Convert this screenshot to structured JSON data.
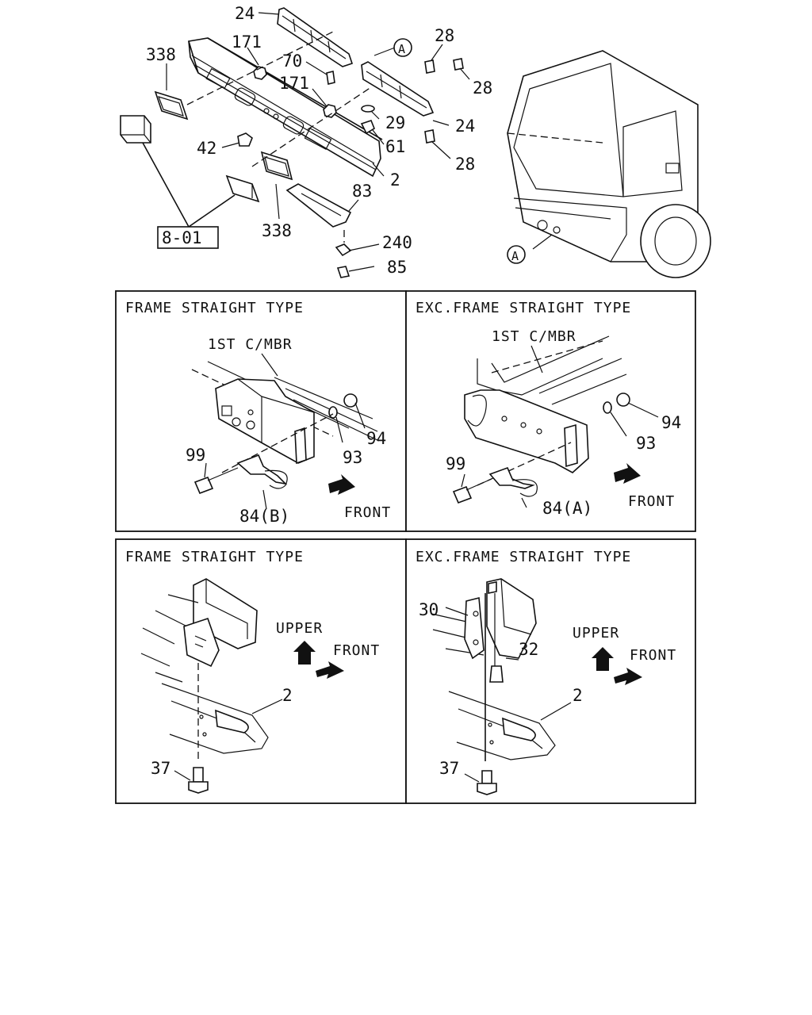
{
  "top_view": {
    "callouts": {
      "c24a": "24",
      "c338a": "338",
      "c171a": "171",
      "c70": "70",
      "c171b": "171",
      "cA": "A",
      "c28a": "28",
      "c28b": "28",
      "c29": "29",
      "c24b": "24",
      "c42": "42",
      "c61": "61",
      "c28c": "28",
      "c2": "2",
      "c83": "83",
      "c338b": "338",
      "c240": "240",
      "c85": "85",
      "c801": "8-01",
      "cA2": "A"
    }
  },
  "panels": [
    {
      "title": "FRAME STRAIGHT TYPE",
      "member": "1ST C/MBR",
      "labels": [
        "99",
        "84(B)",
        "93",
        "94"
      ],
      "direction": "FRONT"
    },
    {
      "title": "EXC.FRAME STRAIGHT TYPE",
      "member": "1ST C/MBR",
      "labels": [
        "99",
        "84(A)",
        "93",
        "94"
      ],
      "direction": "FRONT"
    },
    {
      "title": "FRAME STRAIGHT TYPE",
      "labels": [
        "2",
        "37"
      ],
      "upper": "UPPER",
      "direction": "FRONT"
    },
    {
      "title": "EXC.FRAME STRAIGHT TYPE",
      "labels": [
        "30",
        "32",
        "2",
        "37"
      ],
      "upper": "UPPER",
      "direction": "FRONT"
    }
  ]
}
